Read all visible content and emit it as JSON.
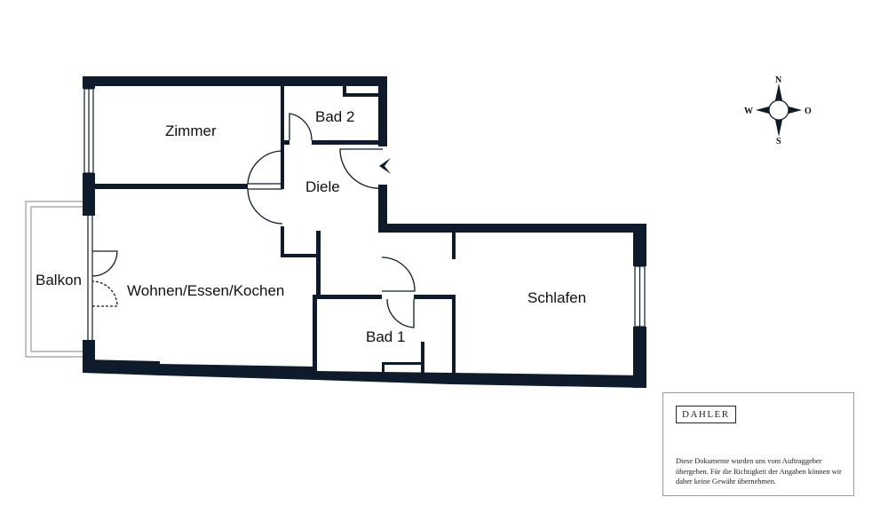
{
  "rooms": {
    "zimmer": "Zimmer",
    "bad2": "Bad 2",
    "diele": "Diele",
    "balkon": "Balkon",
    "wohnen": "Wohnen/Essen/Kochen",
    "schlafen": "Schlafen",
    "bad1": "Bad 1"
  },
  "compass": {
    "north": "N",
    "south": "S",
    "west": "W",
    "east": "O"
  },
  "info_box": {
    "brand": "DAHLER",
    "disclaimer": "Diese Dokumente wurden uns vom Auftraggeber übergeben. Für die Richtigkeit der Angaben können wir daher keine Gewähr übernehmen."
  },
  "colors": {
    "wall": "#0d1b2a",
    "thin_line": "#999999"
  }
}
